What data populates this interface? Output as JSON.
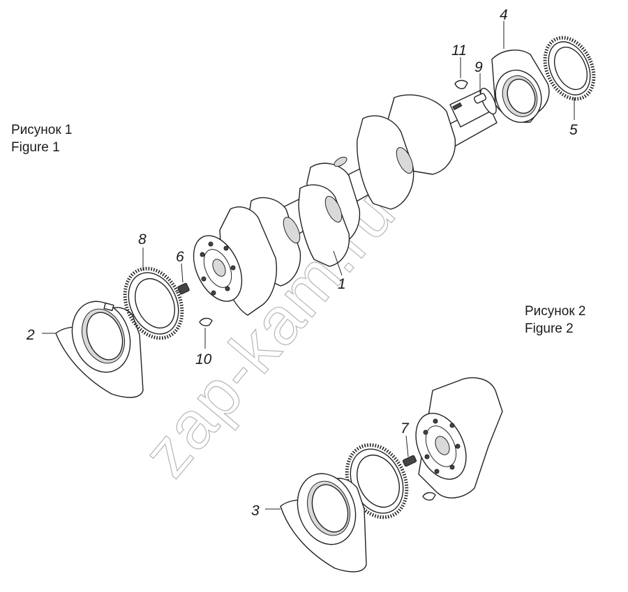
{
  "captions": {
    "figure1_ru": "Рисунок 1",
    "figure1_en": "Figure 1",
    "figure2_ru": "Рисунок 2",
    "figure2_en": "Figure 2"
  },
  "watermark": "zap-kam.ru",
  "callouts": {
    "c1": "1",
    "c2": "2",
    "c3": "3",
    "c4": "4",
    "c5": "5",
    "c6": "6",
    "c7": "7",
    "c8": "8",
    "c9": "9",
    "c10": "10",
    "c11": "11"
  }
}
